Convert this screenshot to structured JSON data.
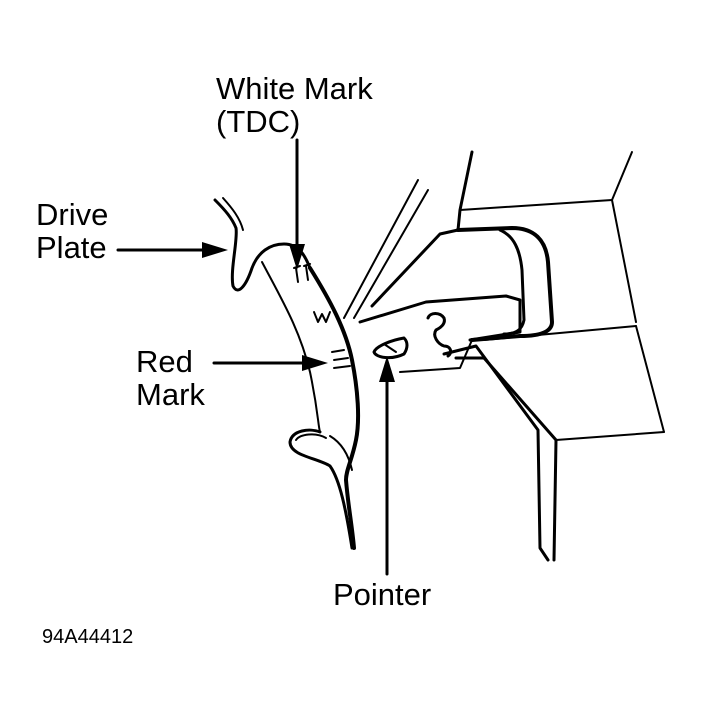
{
  "labels": {
    "white_mark_line1": "White Mark",
    "white_mark_line2": "(TDC)",
    "drive_plate_line1": "Drive",
    "drive_plate_line2": "Plate",
    "red_mark_line1": "Red",
    "red_mark_line2": "Mark",
    "pointer": "Pointer"
  },
  "figure_code": "94A44412",
  "colors": {
    "ink": "#000000",
    "background": "#ffffff"
  }
}
